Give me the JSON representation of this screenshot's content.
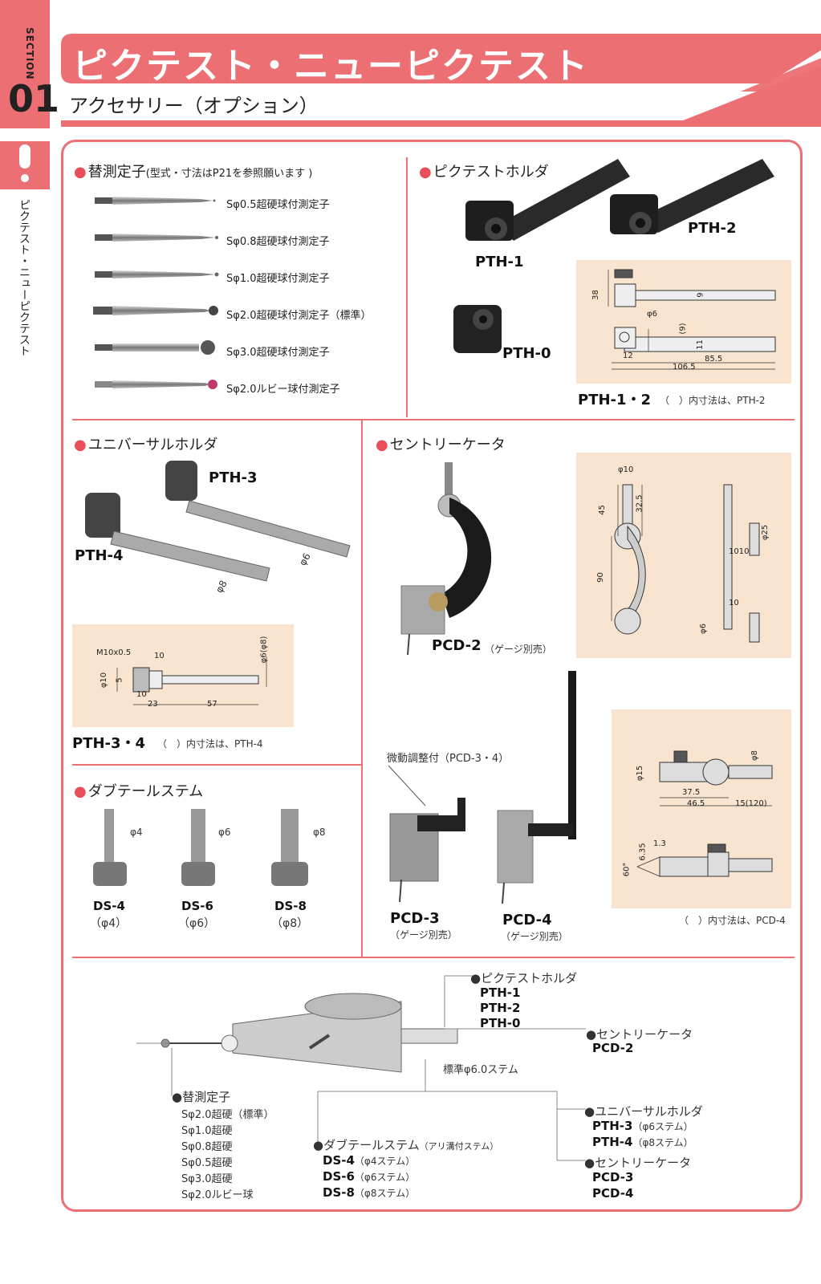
{
  "sidebar": {
    "section_label": "SECTION",
    "section_num": "01",
    "vertical_title": "ピクテスト・ニューピクテスト"
  },
  "header": {
    "title": "ピクテスト・ニューピクテスト",
    "subtitle": "アクセサリー（オプション）"
  },
  "styli": {
    "heading": "替測定子",
    "heading_note": "(型式・寸法はP21を参照願います )",
    "items": [
      {
        "label": "Sφ0.5超硬球付測定子"
      },
      {
        "label": "Sφ0.8超硬球付測定子"
      },
      {
        "label": "Sφ1.0超硬球付測定子"
      },
      {
        "label": "Sφ2.0超硬球付測定子（標準）"
      },
      {
        "label": "Sφ3.0超硬球付測定子"
      },
      {
        "label": "Sφ2.0ルビー球付測定子"
      }
    ]
  },
  "holder": {
    "heading": "ピクテストホルダ",
    "pth1": "PTH-1",
    "pth2": "PTH-2",
    "pth0": "PTH-0",
    "caption_code": "PTH-1・2",
    "caption_note": "（　）内寸法は、PTH-2",
    "dims": {
      "d38": "38",
      "d9": "9",
      "d9p": "(9)",
      "d11": "11",
      "phi6": "φ6",
      "d12": "12",
      "d855": "85.5",
      "d1065": "106.5"
    }
  },
  "universal": {
    "heading": "ユニバーサルホルダ",
    "pth3": "PTH-3",
    "pth4": "PTH-4",
    "phi6": "φ6",
    "phi8": "φ8",
    "caption_code": "PTH-3・4",
    "caption_note": "（　）内寸法は、PTH-4",
    "dims": {
      "m10": "M10x0.5",
      "d10a": "10",
      "phi10": "φ10",
      "d5": "5",
      "d10b": "10",
      "d23": "23",
      "d57": "57",
      "phi68": "φ6(φ8)"
    }
  },
  "centrik": {
    "heading": "セントリーケータ",
    "pcd2": "PCD-2",
    "pcd2_note": "（ゲージ別売）",
    "fine": "微動調整付（PCD-3・4）",
    "pcd3": "PCD-3",
    "pcd3_note": "（ゲージ別売）",
    "pcd4": "PCD-4",
    "pcd4_note": "（ゲージ別売）",
    "caption_note": "（　）内寸法は、PCD-4",
    "dims1": {
      "phi10": "φ10",
      "d45": "45",
      "d325": "32.5",
      "d90": "90",
      "phi25": "φ25",
      "d1010": "1010",
      "d10": "10",
      "phi6": "φ6"
    },
    "dims2": {
      "phi15": "φ15",
      "phi8": "φ8",
      "d375": "37.5",
      "d465": "46.5",
      "d15": "15(120)",
      "d635": "6.35",
      "d13": "1.3",
      "d60": "60°"
    }
  },
  "dovetail": {
    "heading": "ダブテールステム",
    "items": [
      {
        "code": "DS-4",
        "sub": "（φ4）",
        "phi": "φ4"
      },
      {
        "code": "DS-6",
        "sub": "（φ6）",
        "phi": "φ6"
      },
      {
        "code": "DS-8",
        "sub": "（φ8）",
        "phi": "φ8"
      }
    ]
  },
  "diagram": {
    "holder_title": "●ピクテストホルダ",
    "holder_codes": [
      "PTH-1",
      "PTH-2",
      "PTH-0"
    ],
    "centri_title": "●セントリーケータ",
    "centri_code": "PCD-2",
    "stem": "標準φ6.0ステム",
    "stylus_title": "●替測定子",
    "stylus_items": [
      "Sφ2.0超硬（標準）",
      "Sφ1.0超硬",
      "Sφ0.8超硬",
      "Sφ0.5超硬",
      "Sφ3.0超硬",
      "Sφ2.0ルビー球"
    ],
    "dove_title": "●ダブテールステム",
    "dove_note": "（アリ溝付ステム）",
    "dove_items": [
      {
        "code": "DS-4",
        "note": "（φ4ステム）"
      },
      {
        "code": "DS-6",
        "note": "（φ6ステム）"
      },
      {
        "code": "DS-8",
        "note": "（φ8ステム）"
      }
    ],
    "univ_title": "●ユニバーサルホルダ",
    "univ_items": [
      {
        "code": "PTH-3",
        "note": "（φ6ステム）"
      },
      {
        "code": "PTH-4",
        "note": "（φ8ステム）"
      }
    ],
    "centri2_title": "●セントリーケータ",
    "centri2_codes": [
      "PCD-3",
      "PCD-4"
    ]
  }
}
